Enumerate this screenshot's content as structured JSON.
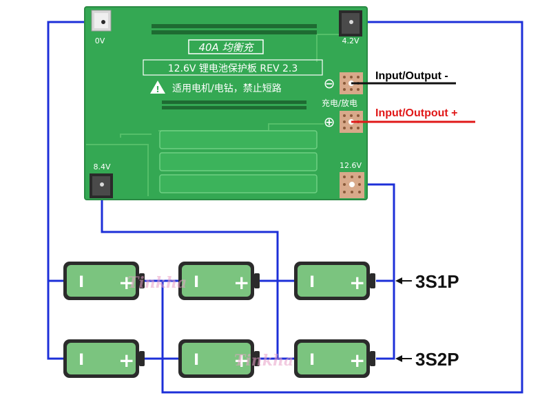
{
  "board": {
    "model_badge": "40A 均衡充",
    "title": "12.6V 锂电池保护板 REV 2.3",
    "warning_text": "适用电机/电钻，禁止短路",
    "warning_symbol": "!",
    "charge_discharge_label": "充电/放电",
    "minus_symbol": "⊖",
    "plus_symbol": "⊕",
    "pads": {
      "zero_v": "0V",
      "four_v": "4.2V",
      "eight_v": "8.4V",
      "twelve_v": "12.6V"
    }
  },
  "labels": {
    "output_minus": "Input/Output -",
    "output_plus": "Input/Outpout +",
    "config_3s1p": "3S1P",
    "config_3s2p": "3S2P"
  },
  "battery": {
    "minus_sign": "I",
    "plus_sign": "+"
  },
  "watermark": "Tinkha",
  "colors": {
    "pcb_green": "#34a853",
    "wire_blue": "#1c2fd8",
    "wire_black": "#111111",
    "wire_red": "#e01818",
    "battery_green": "#7bc47f",
    "battery_border": "#2b2b2b"
  }
}
